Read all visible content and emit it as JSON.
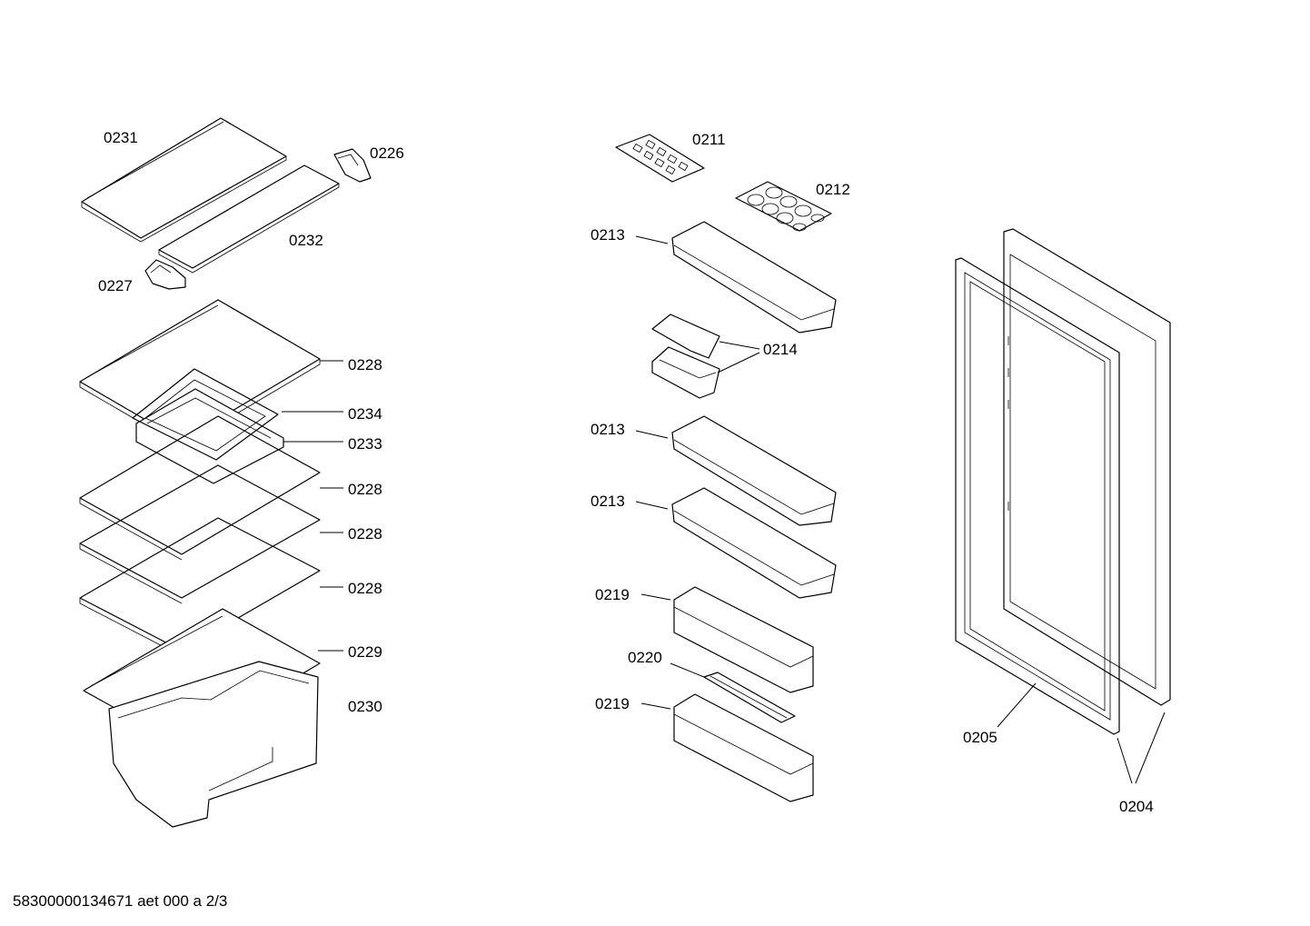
{
  "labels": {
    "p0231": "0231",
    "p0226": "0226",
    "p0232": "0232",
    "p0227": "0227",
    "p0228a": "0228",
    "p0234": "0234",
    "p0233": "0233",
    "p0228b": "0228",
    "p0228c": "0228",
    "p0228d": "0228",
    "p0229": "0229",
    "p0230": "0230",
    "p0211": "0211",
    "p0212": "0212",
    "p0213a": "0213",
    "p0214": "0214",
    "p0213b": "0213",
    "p0213c": "0213",
    "p0219a": "0219",
    "p0220": "0220",
    "p0219b": "0219",
    "p0205": "0205",
    "p0204": "0204"
  },
  "footer": "58300000134671 aet 000 a 2/3"
}
